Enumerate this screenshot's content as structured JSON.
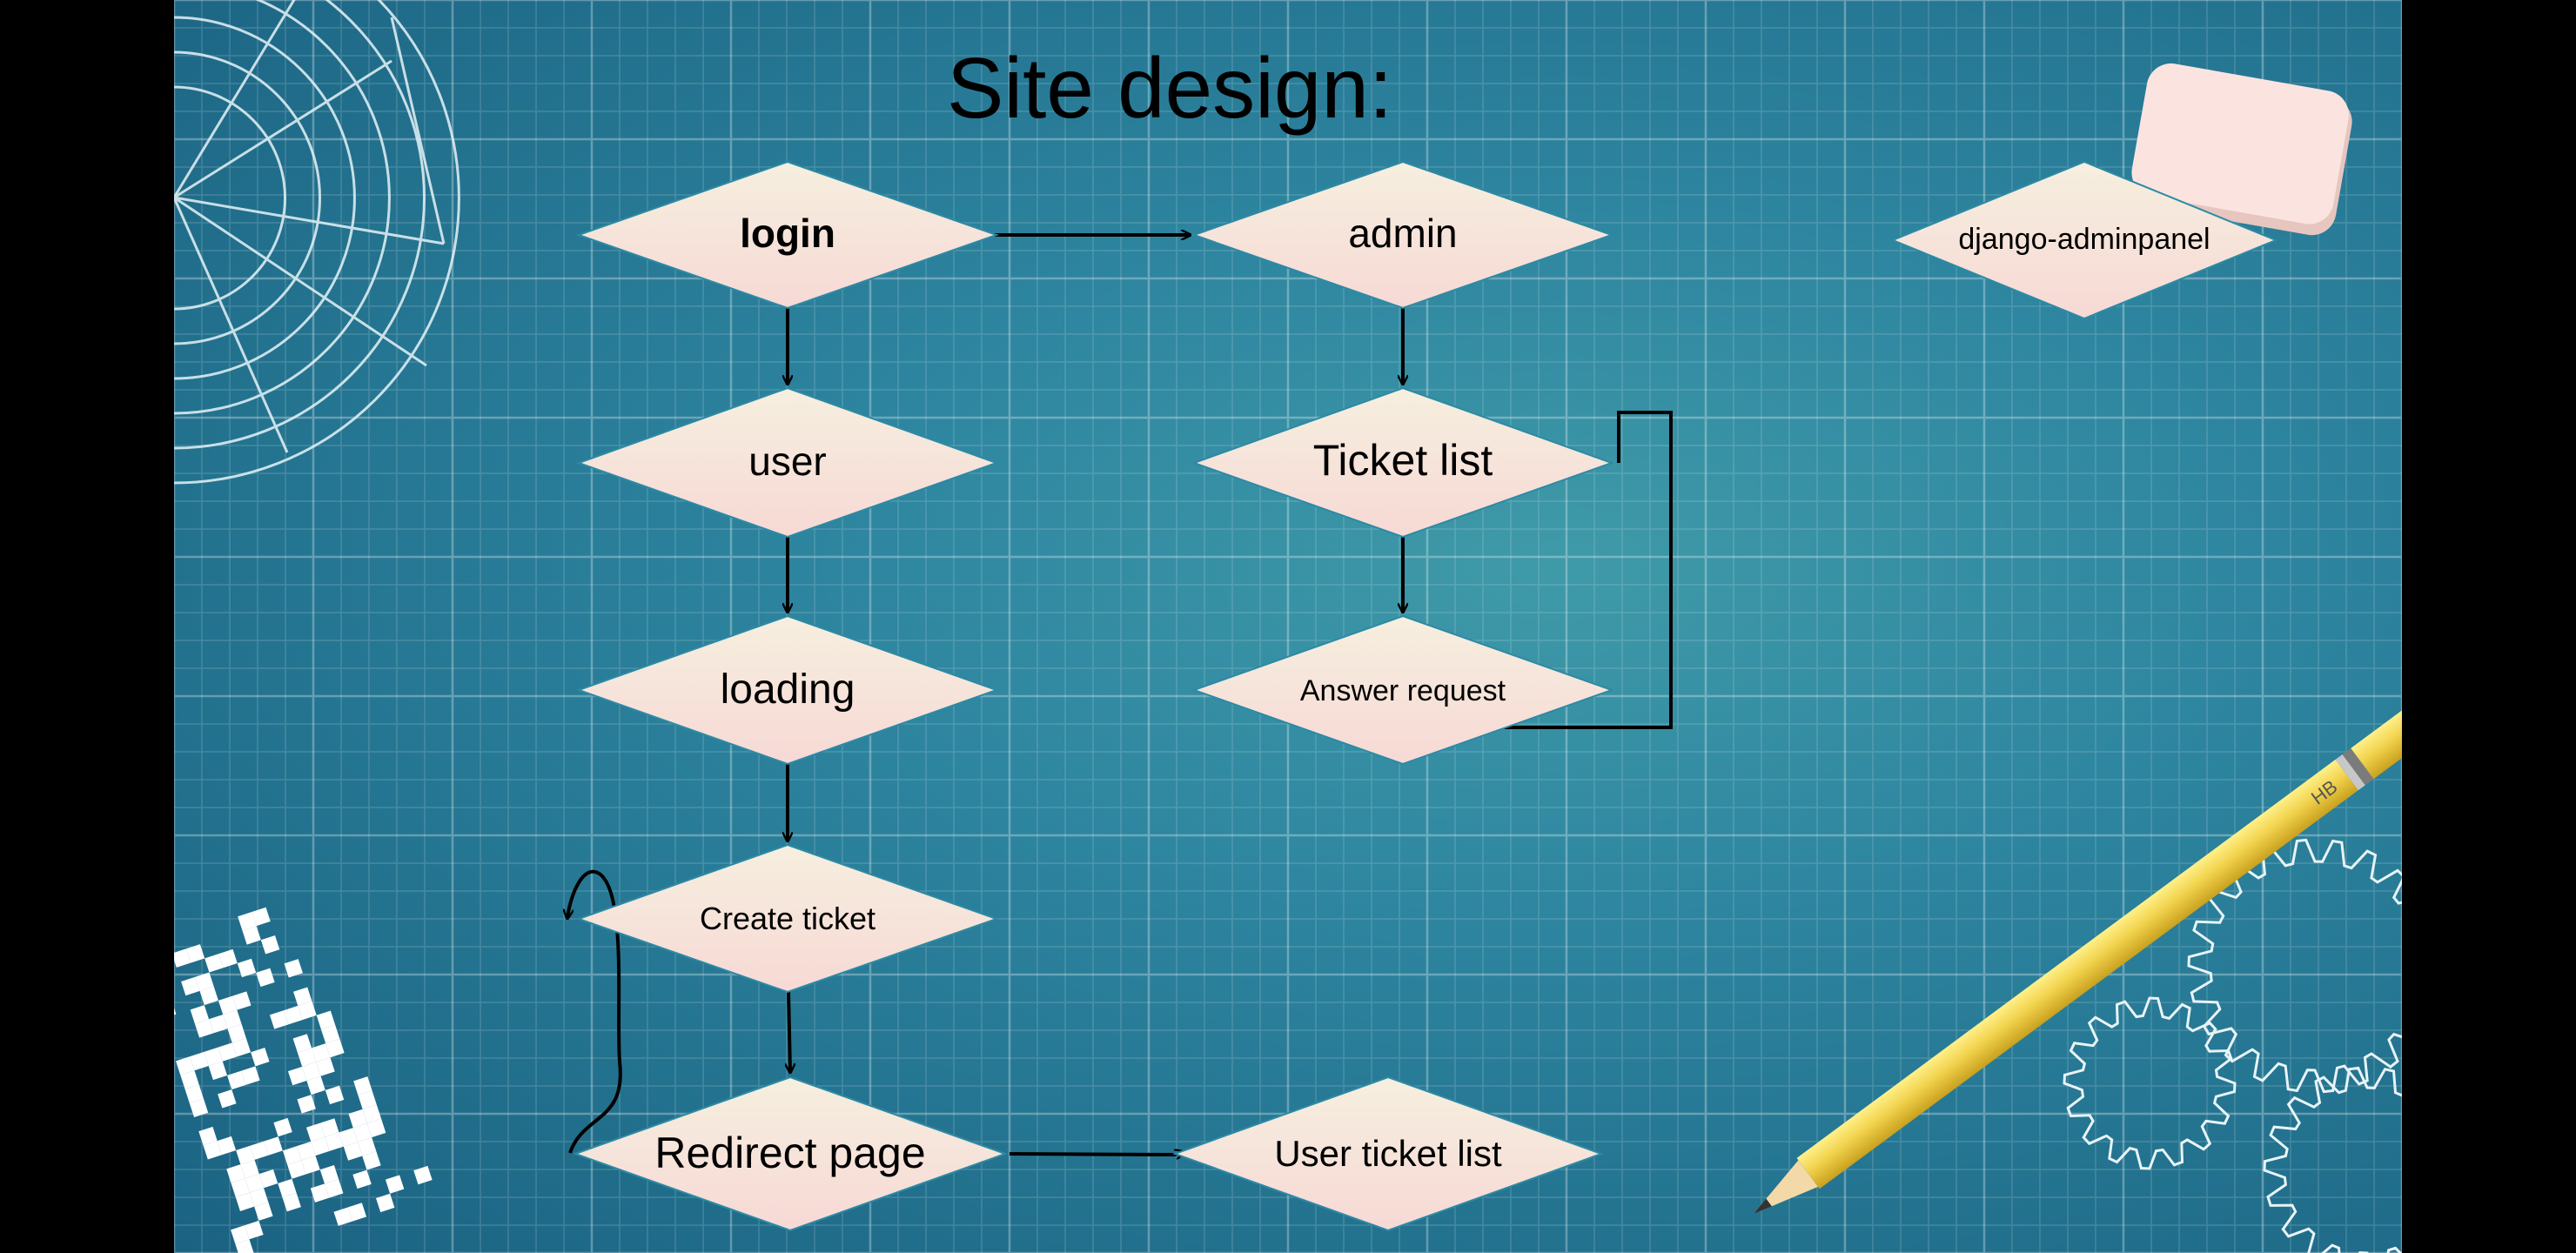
{
  "slide": {
    "title": "Site design:",
    "nodes": {
      "login": "login",
      "admin": "admin",
      "django_adminpanel": "django-adminpanel",
      "user": "user",
      "ticket_list": "Ticket list",
      "loading": "loading",
      "answer_request": "Answer request",
      "create_ticket": "Create ticket",
      "redirect_page": "Redirect page",
      "user_ticket_list": "User ticket list"
    },
    "pencil_label": "HB"
  },
  "colors": {
    "background": "#2a7f9c",
    "grid_line": "#ffffff",
    "node_fill_top": "#f6efdf",
    "node_fill_bottom": "#f7dcd8",
    "arrow": "#000000",
    "pencil": "#f2d34e",
    "eraser": "#fbe4df"
  }
}
